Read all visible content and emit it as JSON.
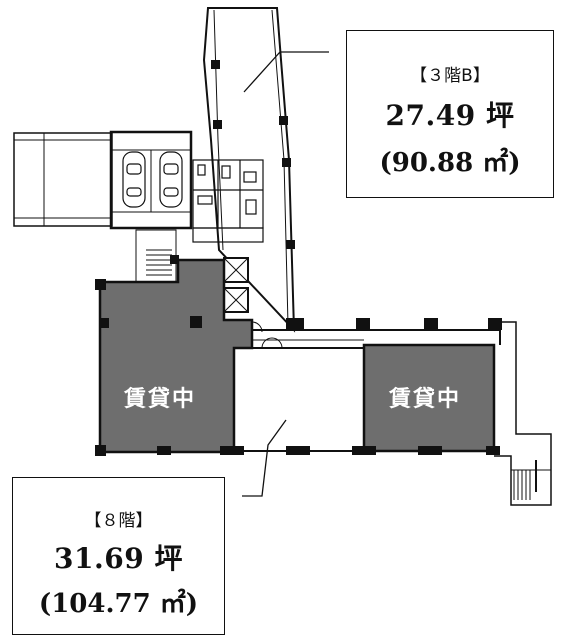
{
  "units": [
    {
      "floor_label": "【３階B】",
      "area_tsubo": "27.49 坪",
      "area_sqm": "(90.88 ㎡)"
    },
    {
      "floor_label": "【８階】",
      "area_tsubo": "31.69 坪",
      "area_sqm": "(104.77 ㎡)"
    }
  ],
  "vacancy": {
    "left_label": "賃貸中",
    "right_label": "賃貸中"
  },
  "colors": {
    "rented_fill": "#6e6e6e",
    "wall": "#111111",
    "background": "#ffffff"
  }
}
